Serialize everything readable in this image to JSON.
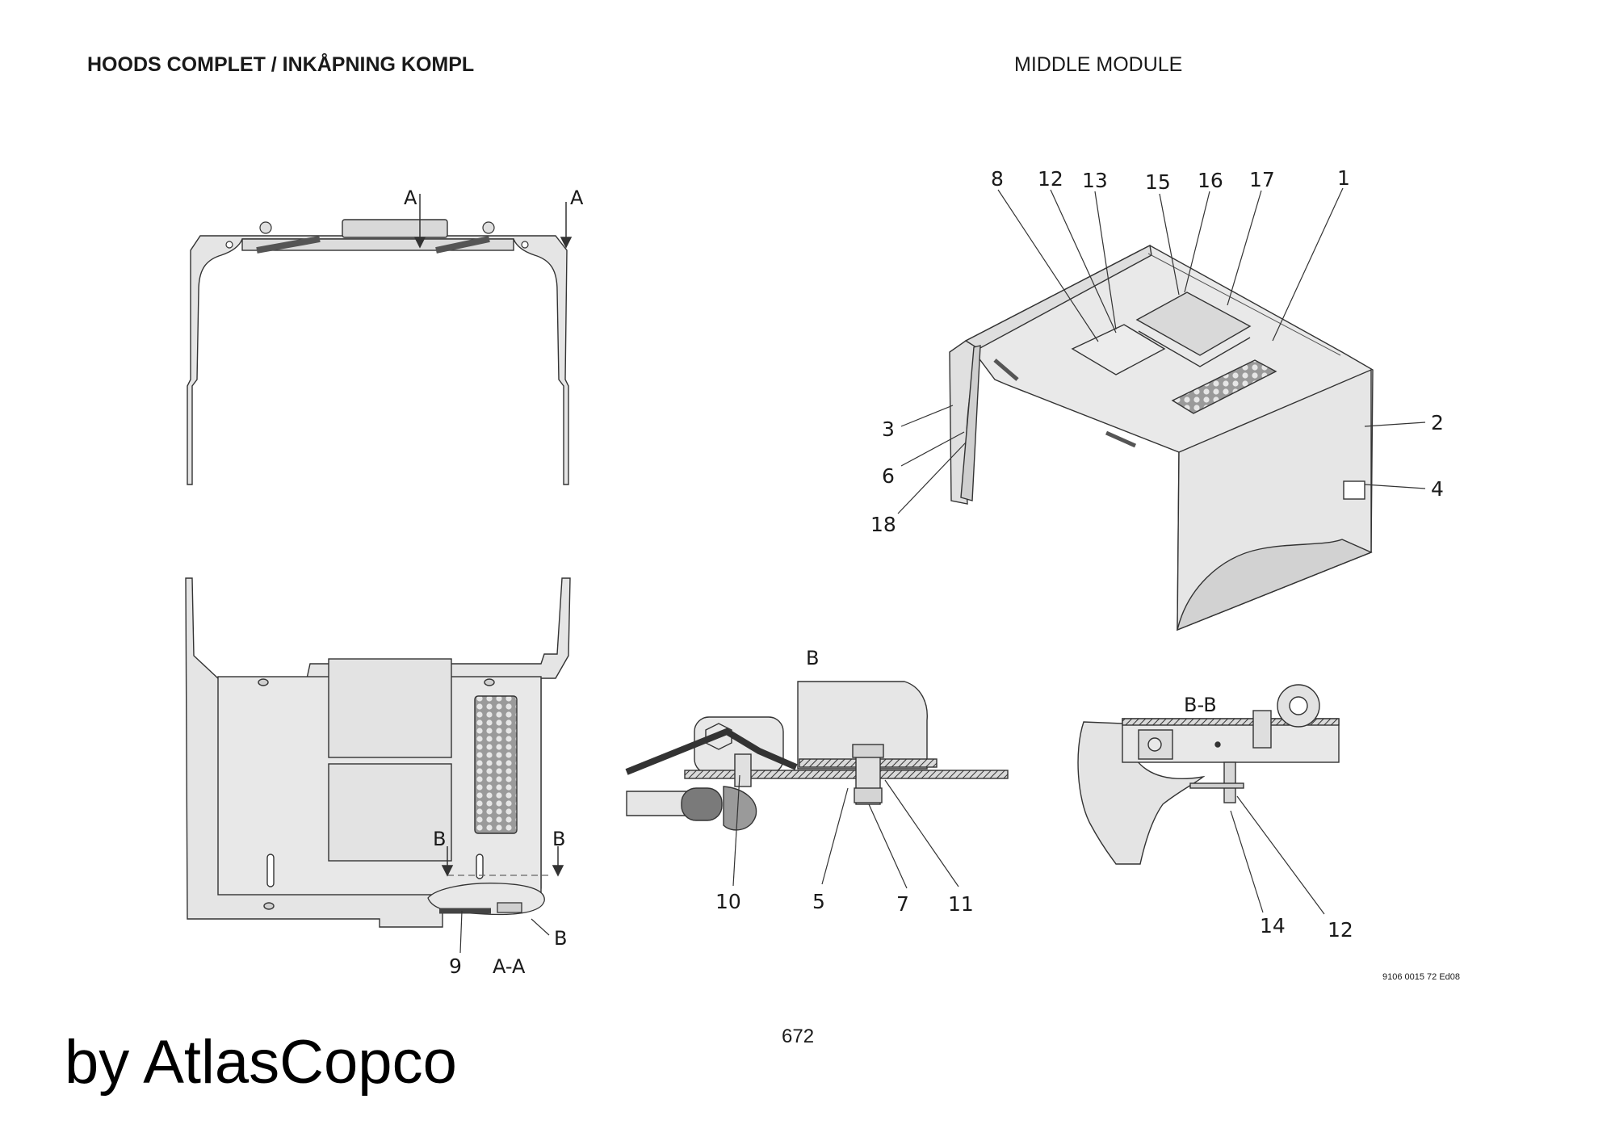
{
  "header": {
    "title_left": "HOODS COMPLET / INKÅPNING KOMPL",
    "title_right": "MIDDLE MODULE"
  },
  "sections": {
    "a_left": "A",
    "a_right": "A",
    "aa": "A-A",
    "b_marker_left": "B",
    "b_marker_right": "B",
    "b_marker_detail": "B",
    "b_detail": "B",
    "bb": "B-B"
  },
  "callouts": {
    "n8": "8",
    "n12_top": "12",
    "n13": "13",
    "n15": "15",
    "n16": "16",
    "n17": "17",
    "n1": "1",
    "n3": "3",
    "n2": "2",
    "n6": "6",
    "n4": "4",
    "n18": "18",
    "n9": "9",
    "n10": "10",
    "n5": "5",
    "n7": "7",
    "n11": "11",
    "n14": "14",
    "n12_bottom": "12"
  },
  "footer": {
    "doc_number": "9106 0015 72 Ed08",
    "page_number": "672",
    "brand": "by AtlasCopco"
  }
}
